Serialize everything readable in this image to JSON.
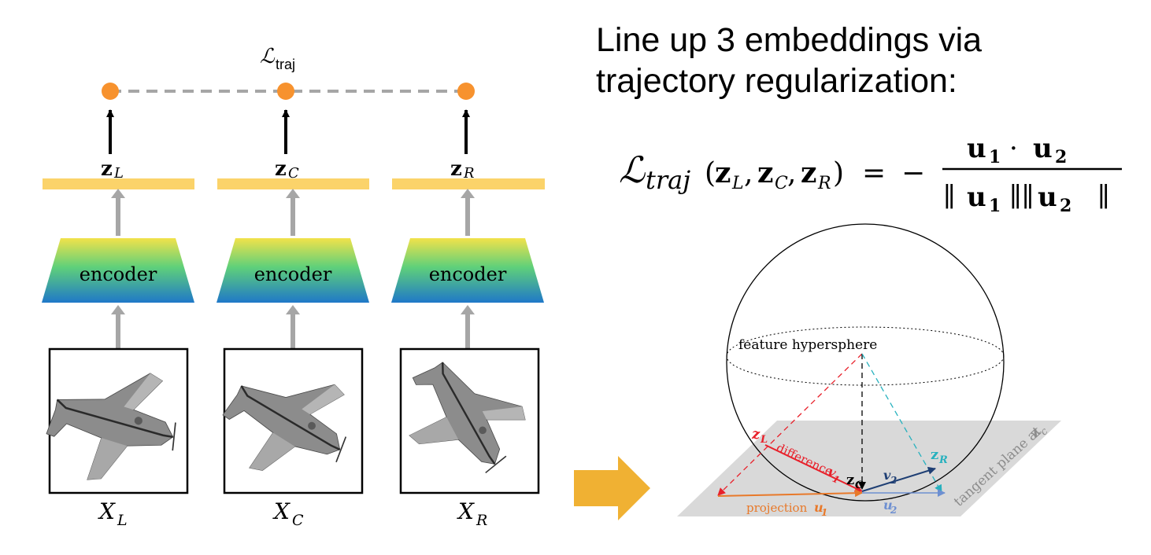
{
  "headline": {
    "line1": "Line up 3 embeddings via",
    "line2": "trajectory regularization:"
  },
  "loss_label": {
    "script": "ℒ",
    "sub": "traj"
  },
  "branches": [
    {
      "z_base": "z",
      "z_sub": "L",
      "encoder": "encoder",
      "x_base": "X",
      "x_sub": "L"
    },
    {
      "z_base": "z",
      "z_sub": "C",
      "encoder": "encoder",
      "x_base": "X",
      "x_sub": "C"
    },
    {
      "z_base": "z",
      "z_sub": "R",
      "encoder": "encoder",
      "x_base": "X",
      "x_sub": "R"
    }
  ],
  "formula": {
    "lhs_script": "ℒ",
    "lhs_sub": "traj",
    "args": [
      "L",
      "C",
      "R"
    ],
    "numerator": {
      "u": "u",
      "i": "1",
      "dot": "·",
      "j": "2"
    },
    "denominator": {
      "open": "∥",
      "u": "u",
      "i": "1",
      "mid": "∥∥",
      "j": "2",
      "close": "∥"
    }
  },
  "sphere": {
    "title": "feature hypersphere",
    "zL": "z",
    "zL_sub": "L",
    "zC": "z",
    "zC_sub": "C",
    "zR": "z",
    "zR_sub": "R",
    "difference": "difference",
    "v1": "v",
    "v1_sub": "1",
    "v2": "v",
    "v2_sub": "2",
    "projection": "projection",
    "u1": "u",
    "u1_sub": "1",
    "u2": "u",
    "u2_sub": "2",
    "tangent_plane": "tangent plane at",
    "tangent_z": "z",
    "tangent_sub": "c"
  },
  "colors": {
    "node_orange": "#F7922E",
    "embed_bar": "#FBD36A",
    "arrow_gold": "#F0B133",
    "zL_red": "#E8212B",
    "zR_teal": "#27B1BE",
    "projection_orange": "#E8792A",
    "u2_blue": "#6D8FD1",
    "v2_navy": "#1F3F74",
    "plane_gray": "#D9D9D9"
  }
}
